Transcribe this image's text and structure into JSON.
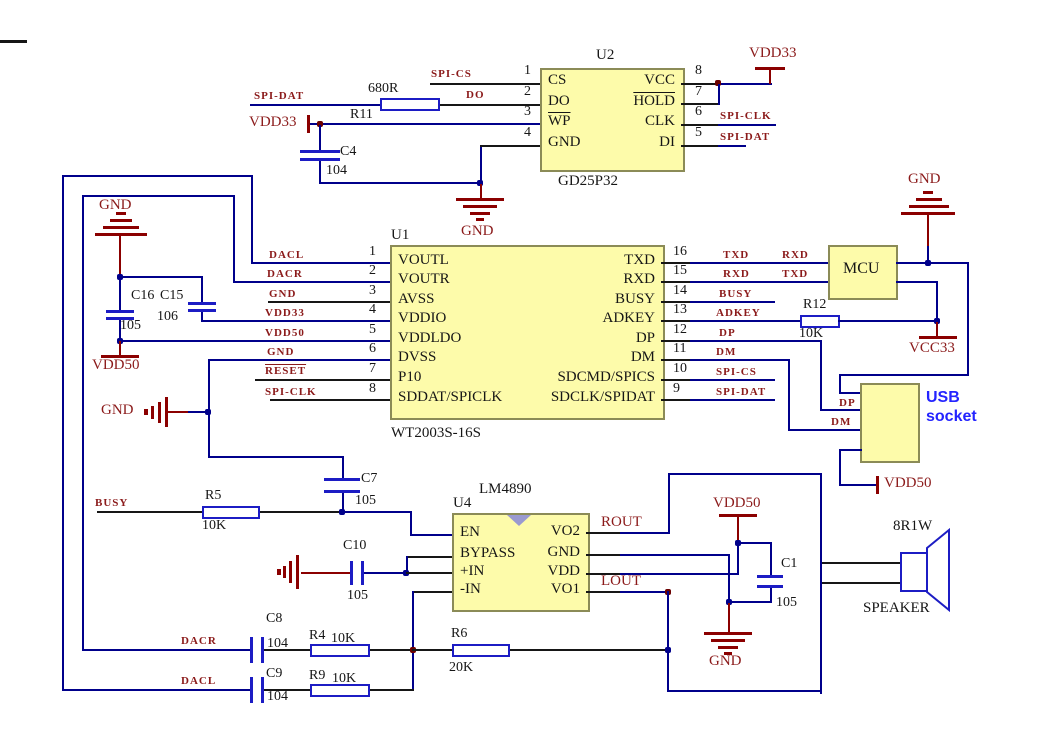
{
  "chips": {
    "u2": {
      "ref": "U2",
      "part": "GD25P32",
      "pins_left": [
        {
          "num": "1",
          "name": "CS"
        },
        {
          "num": "2",
          "name": "DO"
        },
        {
          "num": "3",
          "name": "WP"
        },
        {
          "num": "4",
          "name": "GND"
        }
      ],
      "pins_right": [
        {
          "num": "8",
          "name": "VCC"
        },
        {
          "num": "7",
          "name": "HOLD"
        },
        {
          "num": "6",
          "name": "CLK"
        },
        {
          "num": "5",
          "name": "DI"
        }
      ]
    },
    "u1": {
      "ref": "U1",
      "part": "WT2003S-16S",
      "pins_left": [
        {
          "num": "1",
          "name": "VOUTL"
        },
        {
          "num": "2",
          "name": "VOUTR"
        },
        {
          "num": "3",
          "name": "AVSS"
        },
        {
          "num": "4",
          "name": "VDDIO"
        },
        {
          "num": "5",
          "name": "VDDLDO"
        },
        {
          "num": "6",
          "name": "DVSS"
        },
        {
          "num": "7",
          "name": "P10"
        },
        {
          "num": "8",
          "name": "SDDAT/SPICLK"
        }
      ],
      "pins_right": [
        {
          "num": "16",
          "name": "TXD"
        },
        {
          "num": "15",
          "name": "RXD"
        },
        {
          "num": "14",
          "name": "BUSY"
        },
        {
          "num": "13",
          "name": "ADKEY"
        },
        {
          "num": "12",
          "name": "DP"
        },
        {
          "num": "11",
          "name": "DM"
        },
        {
          "num": "10",
          "name": "SDCMD/SPICS"
        },
        {
          "num": "9",
          "name": "SDCLK/SPIDAT"
        }
      ]
    },
    "u4": {
      "ref": "U4",
      "part": "LM4890",
      "pins_left": [
        {
          "name": "EN"
        },
        {
          "name": "BYPASS"
        },
        {
          "name": "+IN"
        },
        {
          "name": "-IN"
        }
      ],
      "pins_right": [
        {
          "name": "VO2"
        },
        {
          "name": "GND"
        },
        {
          "name": "VDD"
        },
        {
          "name": "VO1"
        }
      ]
    },
    "mcu": {
      "label": "MCU"
    },
    "usb": {
      "line1": "USB",
      "line2": "socket"
    }
  },
  "resistors": {
    "r11": {
      "ref": "R11",
      "value": "680R"
    },
    "r12": {
      "ref": "R12",
      "value": "10K"
    },
    "r5": {
      "ref": "R5",
      "value": "10K"
    },
    "r4": {
      "ref": "R4",
      "value": "10K"
    },
    "r9": {
      "ref": "R9",
      "value": "10K"
    },
    "r6": {
      "ref": "R6",
      "value": "20K"
    }
  },
  "capacitors": {
    "c4": {
      "ref": "C4",
      "value": "104"
    },
    "c16": {
      "ref": "C16",
      "value": "105"
    },
    "c15": {
      "ref": "C15",
      "value": "106"
    },
    "c7": {
      "ref": "C7",
      "value": "105"
    },
    "c10": {
      "ref": "C10",
      "value": "105"
    },
    "c8": {
      "ref": "C8",
      "value": "104"
    },
    "c9": {
      "ref": "C9",
      "value": "104"
    },
    "c1": {
      "ref": "C1",
      "value": "105"
    }
  },
  "power": {
    "vdd33": "VDD33",
    "vdd50": "VDD50",
    "vcc33": "VCC33",
    "gnd": "GND"
  },
  "nets": {
    "spi_cs": "SPI-CS",
    "spi_dat": "SPI-DAT",
    "spi_clk": "SPI-CLK",
    "do": "DO",
    "dacl": "DACL",
    "dacr": "DACR",
    "reset": "RESET",
    "txd": "TXD",
    "rxd": "RXD",
    "busy": "BUSY",
    "adkey": "ADKEY",
    "dp": "DP",
    "dm": "DM",
    "rout": "ROUT",
    "lout": "LOUT"
  },
  "speaker": {
    "value": "8R1W",
    "label": "SPEAKER"
  },
  "colors": {
    "wire": "#00008b",
    "black_wire": "#161616",
    "component_stroke": "#1c1cc4",
    "power_symbol": "#8b0000",
    "net_label": "#8b1a1a",
    "chip_fill": "#fdfbaa",
    "chip_border": "#8b8b57",
    "usb_text": "#2424ff"
  }
}
